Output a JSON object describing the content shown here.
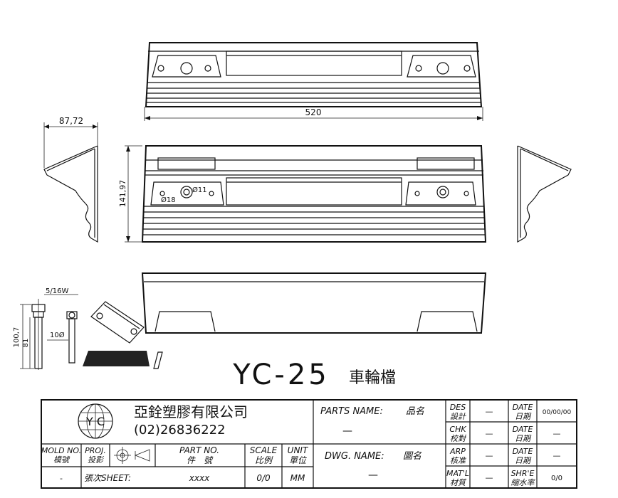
{
  "drawing": {
    "title_code": "YC-25",
    "title_name": "車輪檔",
    "dimensions": {
      "length": "520",
      "side_depth": "87,72",
      "height": "141,97",
      "hole_large": "Ø18",
      "hole_small": "Ø11",
      "bolt_size": "5/16W",
      "bolt_length_total": "100,7",
      "bolt_length_thread": "81",
      "bolt_diameter": "10Ø"
    }
  },
  "title_block": {
    "company_name": "亞銓塑膠有限公司",
    "company_phone": "(02)26836222",
    "logo_letters": "Y C",
    "parts_name_label": "PARTS NAME:",
    "parts_name_label_cn": "品名",
    "parts_name_value": "—",
    "dwg_name_label": "DWG. NAME:",
    "dwg_name_label_cn": "圖名",
    "dwg_name_value": "—",
    "mold_no_label": "MOLD NO.",
    "mold_no_label_cn": "模號",
    "mold_no_value": "-",
    "proj_label": "PROJ.",
    "proj_label_cn": "投影",
    "part_no_label": "PART NO.",
    "part_no_label_cn": "件　號",
    "part_no_value": "xxxx",
    "scale_label": "SCALE",
    "scale_label_cn": "比例",
    "scale_value": "0/0",
    "unit_label": "UNIT",
    "unit_label_cn": "單位",
    "unit_value": "MM",
    "sheet_label": "張次SHEET:",
    "des_label": "DES",
    "des_label_cn": "設計",
    "des_value": "—",
    "chk_label": "CHK",
    "chk_label_cn": "校對",
    "chk_value": "—",
    "arp_label": "ARP",
    "arp_label_cn": "核准",
    "arp_value": "—",
    "matl_label": "MAT'L",
    "matl_label_cn": "材質",
    "matl_value": "—",
    "date_label": "DATE",
    "date_label_cn": "日期",
    "date1_value": "00/00/00",
    "date2_value": "—",
    "date3_value": "—",
    "shre_label": "SHR'E",
    "shre_label_cn": "縮水率",
    "shre_value": "0/0"
  }
}
